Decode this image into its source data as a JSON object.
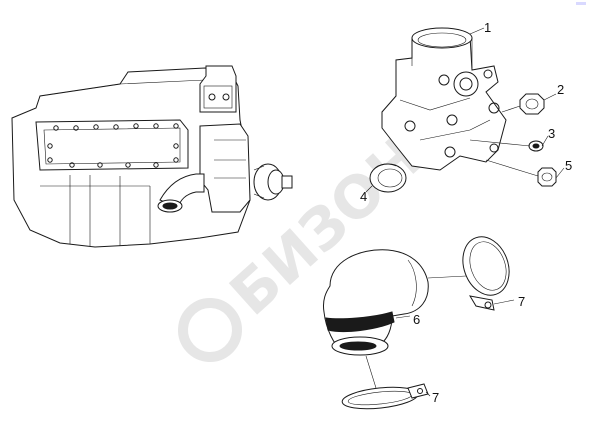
{
  "watermark": {
    "text": "БИЗОН",
    "color": "#e6e6e6"
  },
  "callouts": [
    {
      "id": "c1",
      "label": "1"
    },
    {
      "id": "c2",
      "label": "2"
    },
    {
      "id": "c3",
      "label": "3"
    },
    {
      "id": "c4",
      "label": "4"
    },
    {
      "id": "c5",
      "label": "5"
    },
    {
      "id": "c6",
      "label": "6"
    },
    {
      "id": "c7a",
      "label": "7"
    },
    {
      "id": "c7b",
      "label": "7"
    }
  ],
  "colors": {
    "line": "#1a1a1a",
    "background": "#ffffff"
  }
}
